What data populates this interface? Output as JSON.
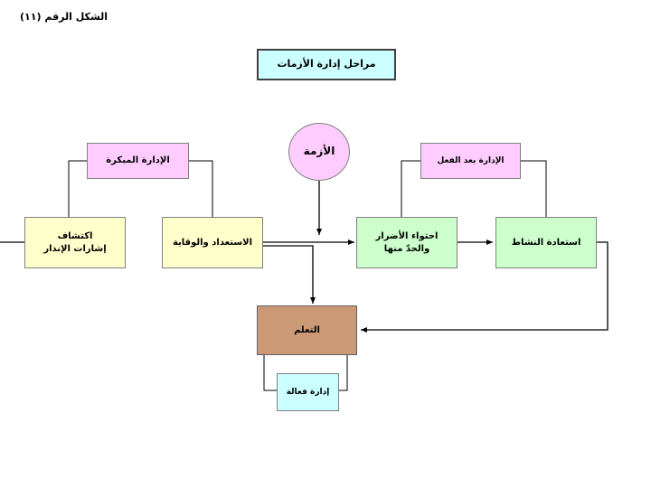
{
  "figure_caption": "الشكل الرقم (١١)",
  "title": "مراحل إدارة الأزمات",
  "nodes": {
    "crisis": "الأزمة",
    "early_management": "الإدارة المبكرة",
    "post_management": "الإدارة بعد الفعل",
    "detect_signals": "اكتشاف إشارات الإنذار",
    "preparation": "الاستعداد والوقاية",
    "containment": "احتواء الأضرار والحدّ منها",
    "recovery": "استعادة النشاط",
    "learning": "التعلم",
    "effective_management": "إدارة فعالة"
  },
  "colors": {
    "title_box": "#ccffff",
    "crisis": "#ffccff",
    "early_management": "#ffccff",
    "post_management": "#ffccff",
    "detect_signals": "#ffffcc",
    "preparation": "#ffffcc",
    "containment": "#ccffcc",
    "recovery": "#ccffcc",
    "learning": "#cc9977",
    "effective_management": "#ccffff"
  }
}
